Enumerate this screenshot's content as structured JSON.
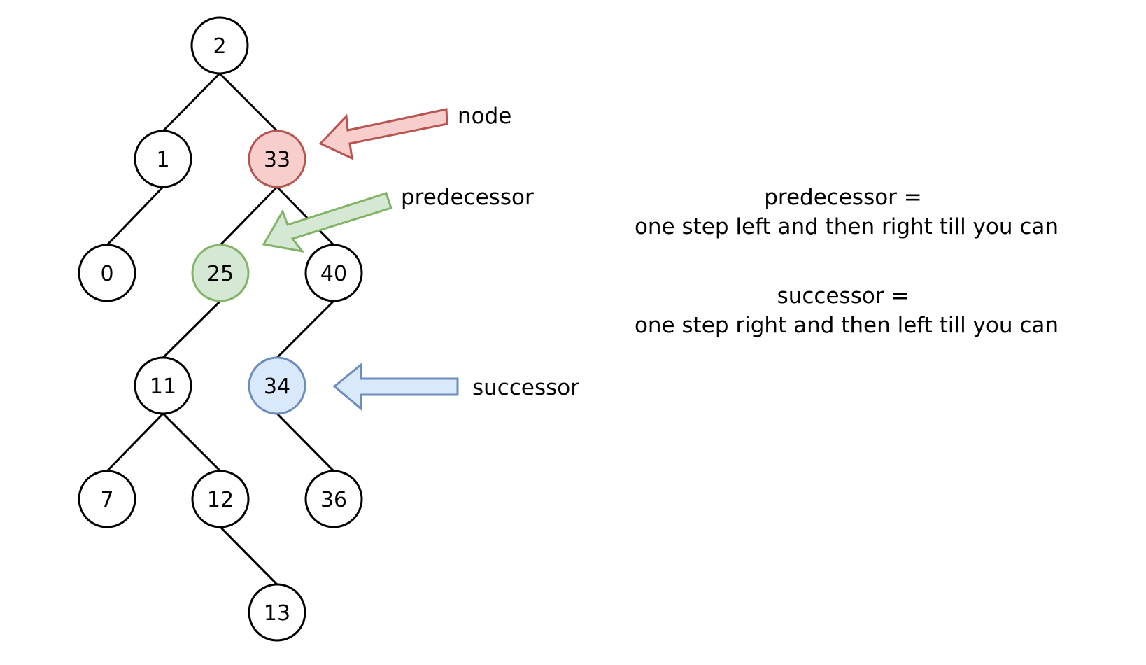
{
  "tree": {
    "nodes": [
      {
        "id": "n2",
        "label": "2"
      },
      {
        "id": "n1",
        "label": "1"
      },
      {
        "id": "n33",
        "label": "33",
        "highlight": "node"
      },
      {
        "id": "n0",
        "label": "0"
      },
      {
        "id": "n25",
        "label": "25",
        "highlight": "predecessor"
      },
      {
        "id": "n40",
        "label": "40"
      },
      {
        "id": "n11",
        "label": "11"
      },
      {
        "id": "n34",
        "label": "34",
        "highlight": "successor"
      },
      {
        "id": "n7",
        "label": "7"
      },
      {
        "id": "n12",
        "label": "12"
      },
      {
        "id": "n36",
        "label": "36"
      },
      {
        "id": "n13",
        "label": "13"
      }
    ],
    "edges": [
      [
        "n2",
        "n1"
      ],
      [
        "n2",
        "n33"
      ],
      [
        "n1",
        "n0"
      ],
      [
        "n33",
        "n25"
      ],
      [
        "n33",
        "n40"
      ],
      [
        "n25",
        "n11"
      ],
      [
        "n40",
        "n34"
      ],
      [
        "n11",
        "n7"
      ],
      [
        "n11",
        "n12"
      ],
      [
        "n34",
        "n36"
      ],
      [
        "n12",
        "n13"
      ]
    ]
  },
  "callouts": {
    "node": {
      "label": "node"
    },
    "predecessor": {
      "label": "predecessor"
    },
    "successor": {
      "label": "successor"
    }
  },
  "notes": {
    "predecessor_title": "predecessor =",
    "predecessor_rule": "one step left and then right till you can",
    "successor_title": "successor =",
    "successor_rule": "one step right and then left till you can"
  },
  "colors": {
    "node_fill": "#ffffff",
    "node_stroke": "#000000",
    "node_highlight_fill": "#f8cecc",
    "node_highlight_stroke": "#b85450",
    "predecessor_fill": "#d5e8d4",
    "predecessor_stroke": "#82b366",
    "successor_fill": "#dae8fc",
    "successor_stroke": "#6c8ebf"
  }
}
